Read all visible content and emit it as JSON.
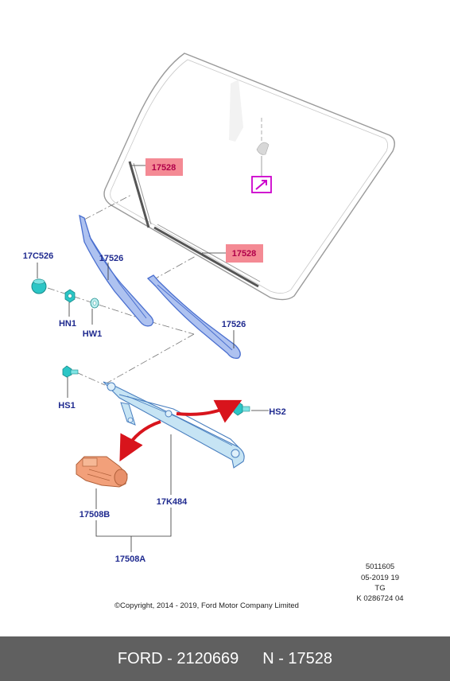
{
  "callouts": {
    "wiper_blade_left": "17528",
    "wiper_blade_right": "17528",
    "cap": "17C526",
    "wiper_arm_left": "17526",
    "wiper_arm_right": "17526",
    "nut": "HN1",
    "washer": "HW1",
    "screw_left": "HS1",
    "screw_right": "HS2",
    "motor": "17508B",
    "linkage": "17K484",
    "assembly": "17508A"
  },
  "meta": {
    "doc_number": "5011605",
    "date_code": "05-2019 19",
    "region": "TG",
    "ref_code": "K 0286724 04"
  },
  "copyright": "©Copyright, 2014 - 2019, Ford Motor Company Limited",
  "footer": {
    "brand_part": "FORD - 2120669",
    "ref_part": "N - 17528"
  },
  "colors": {
    "part_blue": "#4a6fcf",
    "label_blue": "#1f2a8f",
    "highlight_fill": "#f48a94",
    "highlight_text": "#b0004a",
    "arrow_red": "#d8141c",
    "magenta_marker": "#cc00cc",
    "fastener_teal": "#2cc6c6",
    "motor_orange": "#e8906a",
    "footer_bg": "#606060"
  }
}
